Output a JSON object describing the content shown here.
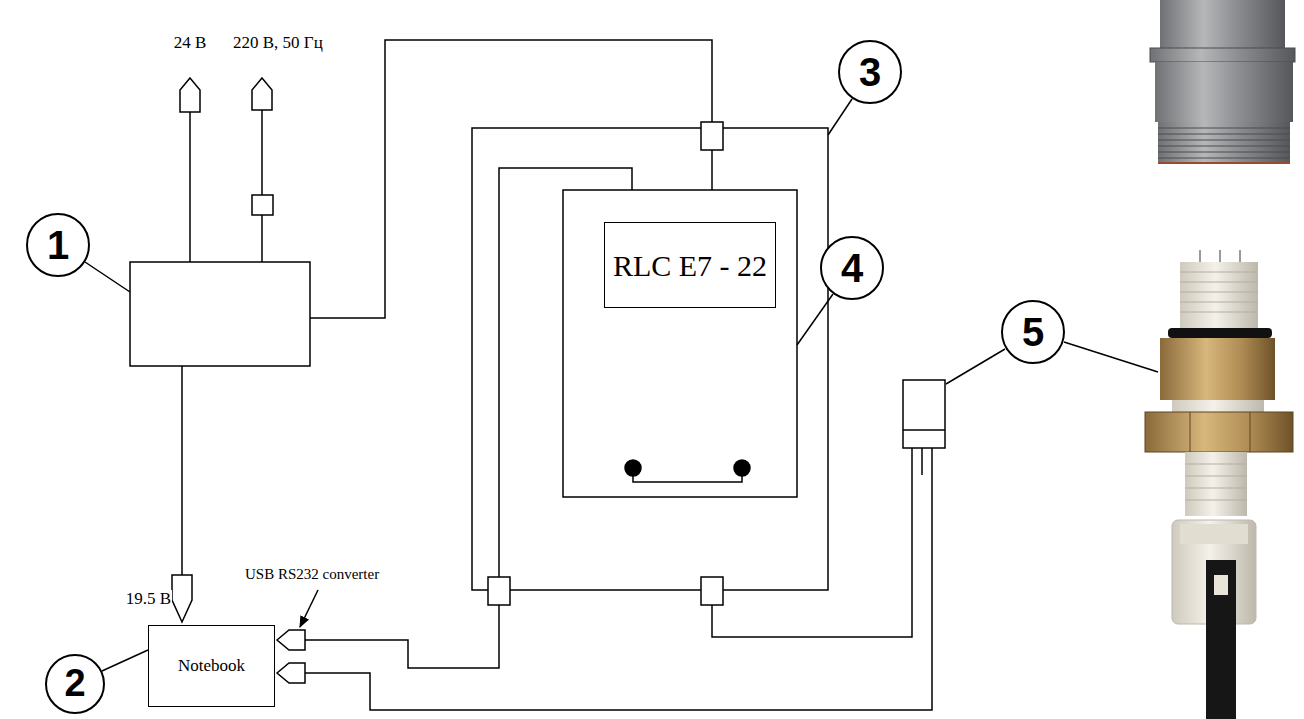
{
  "diagram": {
    "nodes": [
      {
        "text": [
          "1"
        ]
      },
      {
        "text": [
          "3"
        ]
      },
      {
        "text": [
          "RLC E7 - 22"
        ]
      },
      {
        "text": [
          "4"
        ]
      },
      {
        "text": [
          "5"
        ]
      },
      {
        "text": [
          "Notebook"
        ]
      },
      {
        "text": [
          "2"
        ]
      }
    ],
    "labels": [
      "24 В",
      "220 В, 50 Гц",
      "19.5 В",
      "USB RS232 converter"
    ]
  }
}
